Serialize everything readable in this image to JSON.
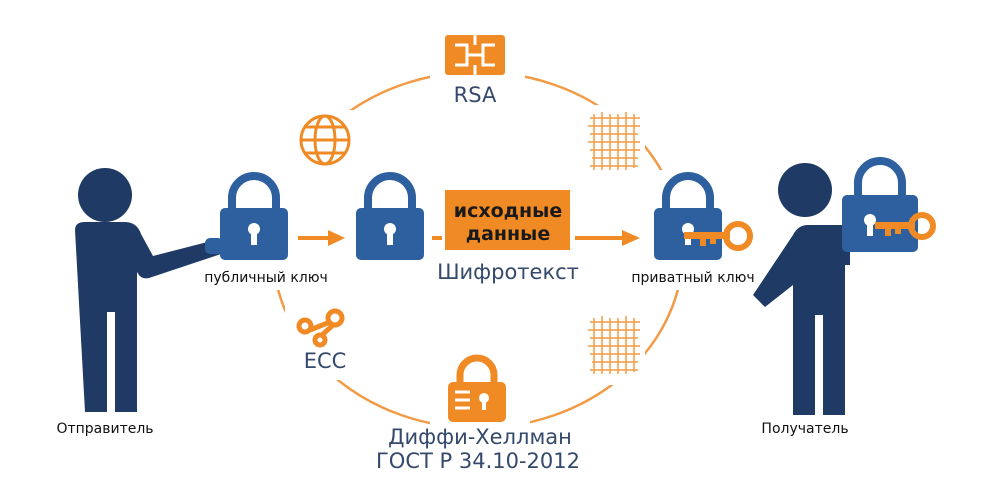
{
  "labels": {
    "public_key": "публичный ключ",
    "ciphertext": "Шифротекст",
    "private_key": "приватный ключ",
    "sender": "Отправитель",
    "receiver": "Получатель",
    "source_data_line1": "исходные",
    "source_data_line2": "данные"
  },
  "algorithms": {
    "rsa": "RSA",
    "ecc": "ECC",
    "dh": "Диффи-Хеллман",
    "gost": "ГОСТ Р 34.10-2012"
  },
  "colors": {
    "accent": "#f08a24",
    "lock": "#2e5f9e",
    "person": "#1f3a64",
    "text": "#34496b"
  },
  "icons": [
    "globe-icon",
    "network-icon",
    "scramble-icon",
    "ecc-icon",
    "document-lock-icon",
    "lock-icon",
    "key-icon",
    "person-icon"
  ]
}
